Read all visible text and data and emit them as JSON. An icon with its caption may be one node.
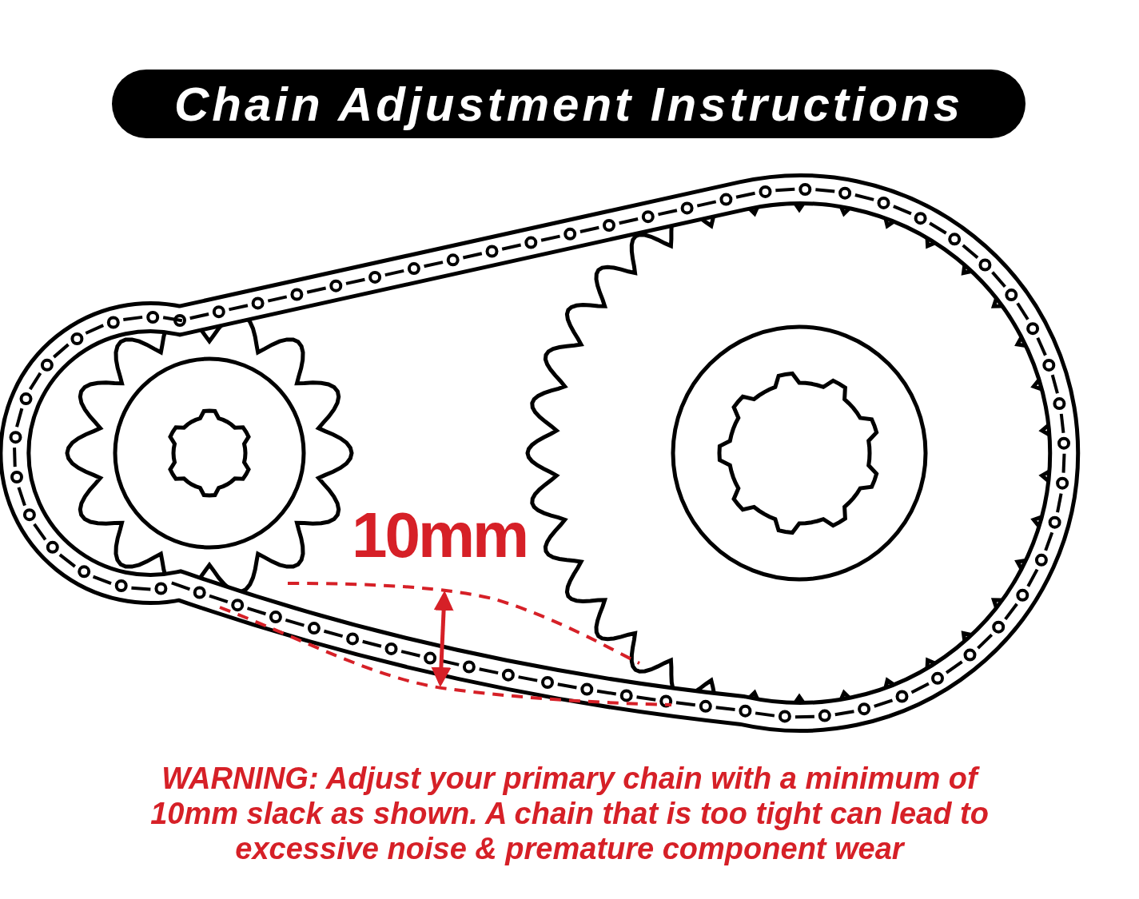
{
  "diagram": {
    "title": "Chain Adjustment Instructions",
    "labels": [
      "10mm",
      "WARNING: Adjust your primary chain with a minimum of 10mm slack as shown. A chain that is too tight can lead to excessive noise & premature component wear"
    ]
  }
}
